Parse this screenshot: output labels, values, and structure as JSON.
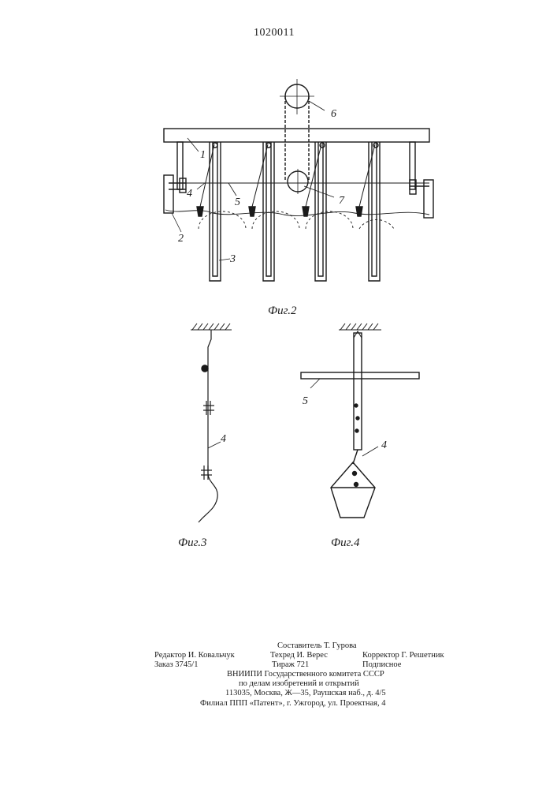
{
  "header": {
    "patent_number": "1020011"
  },
  "figures": {
    "fig2": {
      "caption": "Фиг.2",
      "labels": {
        "l1": "1",
        "l2": "2",
        "l3": "3",
        "l4": "4",
        "l5": "5",
        "l6": "6",
        "l7": "7"
      }
    },
    "fig3": {
      "caption": "Фиг.3",
      "labels": {
        "l4": "4"
      }
    },
    "fig4": {
      "caption": "Фиг.4",
      "labels": {
        "l4": "4",
        "l5": "5"
      }
    }
  },
  "footer": {
    "compiler": "Составитель Т. Гурова",
    "editor": "Редактор И. Ковальчук",
    "techred": "Техред И. Верес",
    "corrector": "Корректор Г. Решетник",
    "order": "Заказ 3745/1",
    "circulation": "Тираж 721",
    "subscription": "Подписное",
    "org_line1": "ВНИИПИ Государственного комитета СССР",
    "org_line2": "по делам изобретений и открытий",
    "address": "113035, Москва, Ж—35, Раушская наб., д. 4/5",
    "branch": "Филиал ППП «Патент», г. Ужгород, ул. Проектная, 4"
  }
}
